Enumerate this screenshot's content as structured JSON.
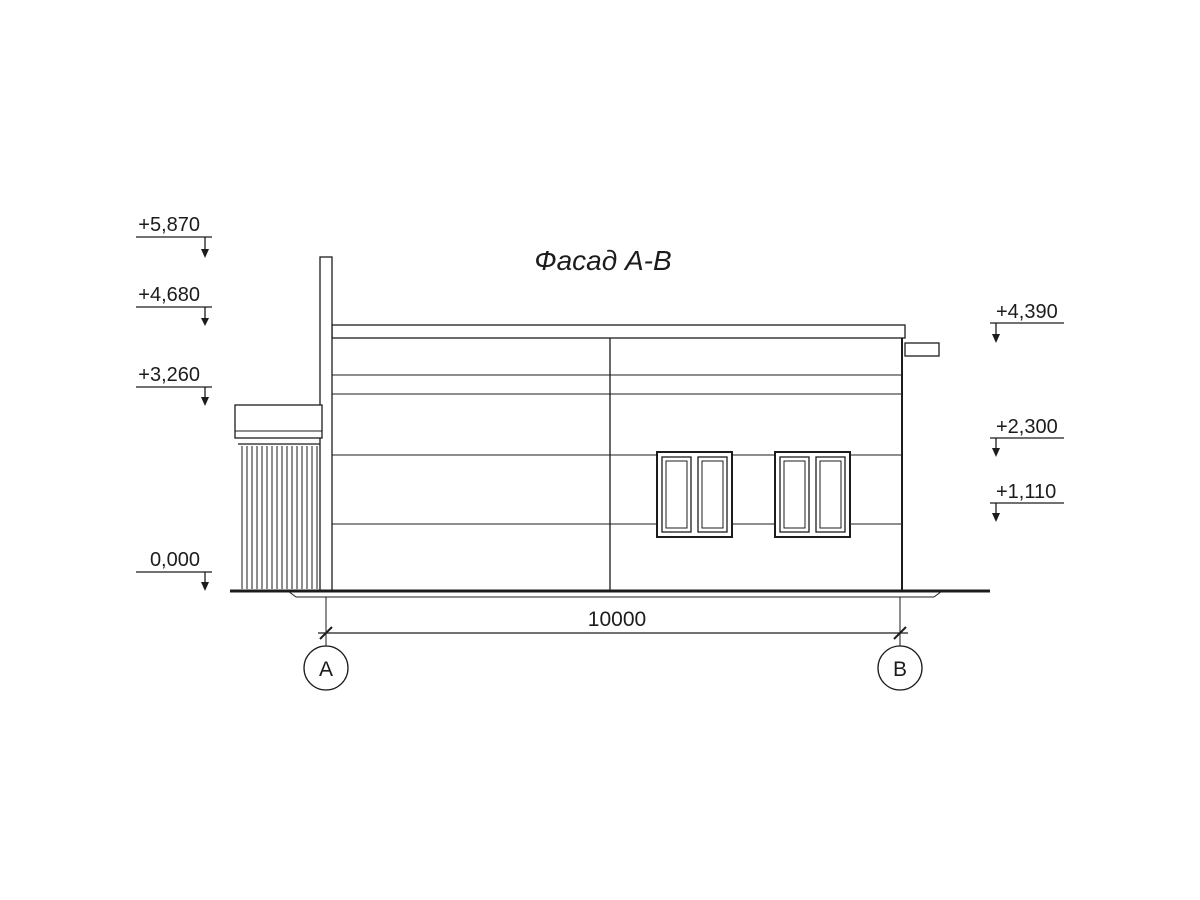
{
  "title": "Фасад А-В",
  "elevation_marks_left": [
    {
      "label": "+5,870"
    },
    {
      "label": "+4,680"
    },
    {
      "label": "+3,260"
    },
    {
      "label": "0,000"
    }
  ],
  "elevation_marks_right": [
    {
      "label": "+4,390"
    },
    {
      "label": "+2,300"
    },
    {
      "label": "+1,110"
    }
  ],
  "dimension": {
    "total_width": "10000"
  },
  "axes": {
    "left": "А",
    "right": "В"
  },
  "colors": {
    "line": "#1c1c1c",
    "background": "#ffffff"
  }
}
